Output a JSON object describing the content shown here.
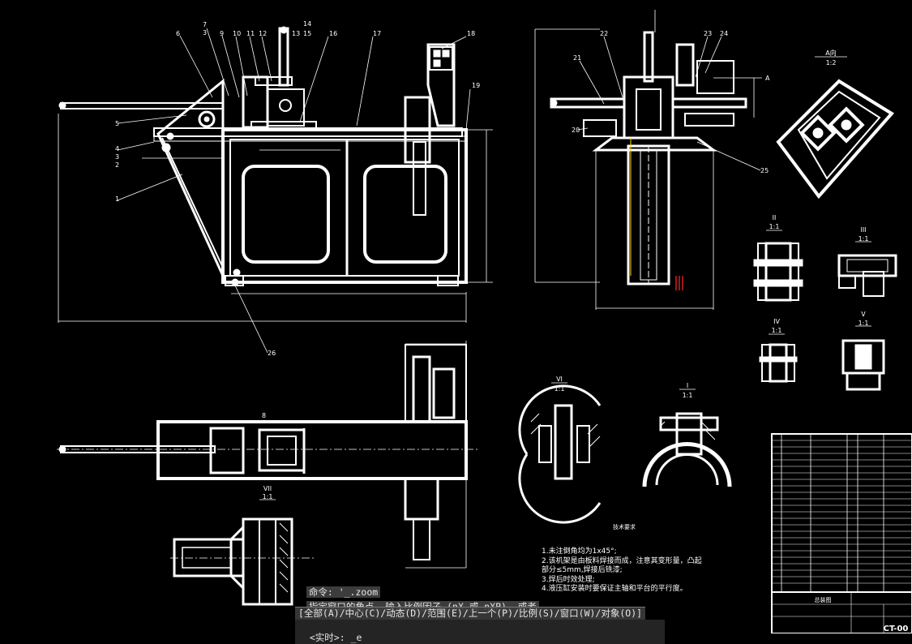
{
  "drawing": {
    "part_numbers_top": [
      "6",
      "7",
      "3",
      "9",
      "10",
      "11",
      "12",
      "14",
      "13",
      "15",
      "16",
      "17",
      "18",
      "19"
    ],
    "part_numbers_left": [
      "5",
      "4",
      "3",
      "2",
      "1"
    ],
    "part_numbers_misc": [
      "26",
      "22",
      "21",
      "23",
      "24",
      "20",
      "25",
      "8"
    ],
    "view_a": {
      "title": "A向",
      "scale": "1:2"
    },
    "arrow_a_label": "A",
    "detail_views": [
      {
        "id": "II",
        "scale": "1:1"
      },
      {
        "id": "III",
        "scale": "1:1"
      },
      {
        "id": "IV",
        "scale": "1:1"
      },
      {
        "id": "V",
        "scale": "1:1"
      },
      {
        "id": "VI",
        "scale": "1:1"
      },
      {
        "id": "I",
        "scale": "1:1"
      },
      {
        "id": "VII",
        "scale": "1:1"
      }
    ],
    "notes_title": "技术要求",
    "notes": [
      "1.未注倒角均为1x45°;",
      "2.该机架是由板料焊接而成，注意其变形量，凸起",
      "部分≤5mm,焊接后铣漆;",
      "3.焊后时效处理;",
      "4.液压缸安装时要保证主轴和平台的平行度。"
    ],
    "title_block_code": "CT-00",
    "title_block_name": "总装图"
  },
  "command_line": {
    "history_1": "命令: '_.zoom",
    "history_2": "指定窗口的角点, 输入比例因子 (nX 或 nXP), 或者",
    "options": [
      "[全部(A)",
      "/中心(C)",
      "/动态(D)",
      "/范围(E)",
      "/上一个(P)",
      "/比例(S)",
      "/窗口(W)",
      "/对象(O)]"
    ],
    "prompt": "<实时>: _e"
  },
  "colors": {
    "background": "#000000",
    "lines": "#ffffff",
    "accent_red": "#ff2a2a",
    "accent_yellow": "#ffd400"
  }
}
